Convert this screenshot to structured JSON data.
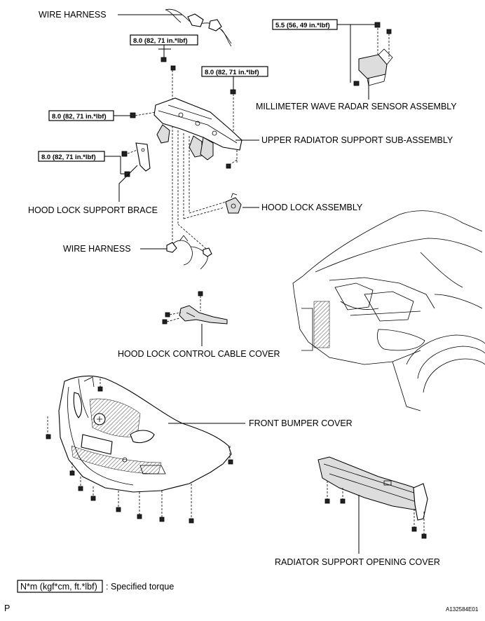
{
  "labels": {
    "wire_harness_top": "WIRE HARNESS",
    "radar_sensor": "MILLIMETER WAVE RADAR SENSOR ASSEMBLY",
    "upper_radiator_support": "UPPER RADIATOR SUPPORT SUB-ASSEMBLY",
    "hood_lock_support_brace": "HOOD LOCK SUPPORT BRACE",
    "hood_lock_assembly": "HOOD LOCK ASSEMBLY",
    "wire_harness_mid": "WIRE HARNESS",
    "hood_lock_cable_cover": "HOOD LOCK CONTROL CABLE COVER",
    "front_bumper_cover": "FRONT BUMPER COVER",
    "radiator_opening_cover": "RADIATOR SUPPORT OPENING COVER"
  },
  "torques": {
    "upper_bolt": "8.0 (82, 71 in.*lbf)",
    "right_bolt": "8.0 (82, 71 in.*lbf)",
    "left_bolt": "8.0 (82, 71 in.*lbf)",
    "brace_bolt": "8.0 (82, 71 in.*lbf)",
    "radar_bolt": "5.5 (56, 49 in.*lbf)"
  },
  "legend": {
    "unit_box": "N*m (kgf*cm, ft.*lbf)",
    "text": ": Specified torque"
  },
  "footer": {
    "corner_letter": "P",
    "figure_code": "A132584E01"
  }
}
